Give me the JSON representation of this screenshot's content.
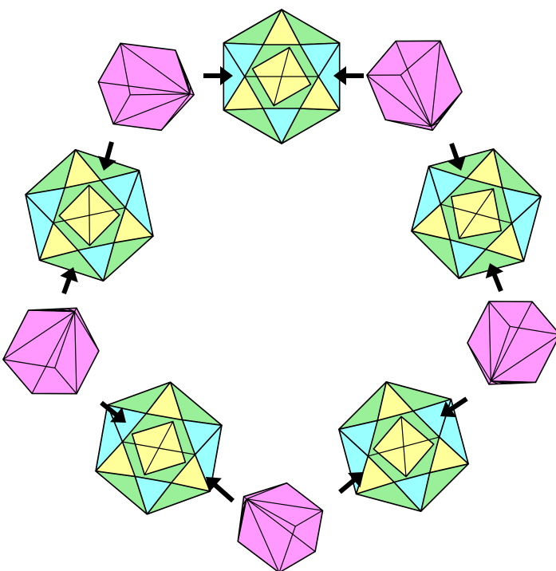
{
  "diagram": {
    "type": "cycle",
    "colors": {
      "green": "#99f099",
      "cyan": "#99ffff",
      "yellow": "#ffff99",
      "magenta": "#ff99ff",
      "arrow": "#000000",
      "outline": "#000000"
    },
    "nodes": [
      {
        "id": "icosa-top",
        "kind": "hexagonal-polyhedron",
        "colors": [
          "green",
          "cyan",
          "yellow"
        ]
      },
      {
        "id": "mag-top-right",
        "kind": "transition-shape",
        "colors": [
          "magenta"
        ]
      },
      {
        "id": "icosa-right",
        "kind": "hexagonal-polyhedron",
        "colors": [
          "green",
          "cyan",
          "yellow"
        ]
      },
      {
        "id": "mag-right",
        "kind": "transition-shape",
        "colors": [
          "magenta"
        ]
      },
      {
        "id": "icosa-bottom-right",
        "kind": "hexagonal-polyhedron",
        "colors": [
          "green",
          "cyan",
          "yellow"
        ]
      },
      {
        "id": "mag-bottom",
        "kind": "transition-shape",
        "colors": [
          "magenta"
        ]
      },
      {
        "id": "icosa-bottom-left",
        "kind": "hexagonal-polyhedron",
        "colors": [
          "green",
          "cyan",
          "yellow"
        ]
      },
      {
        "id": "mag-left",
        "kind": "transition-shape",
        "colors": [
          "magenta"
        ]
      },
      {
        "id": "icosa-left",
        "kind": "hexagonal-polyhedron",
        "colors": [
          "green",
          "cyan",
          "yellow"
        ]
      },
      {
        "id": "mag-top-left",
        "kind": "transition-shape",
        "colors": [
          "magenta"
        ]
      }
    ],
    "arrows": [
      {
        "from": "mag-top-left",
        "to": "icosa-top"
      },
      {
        "from": "mag-top-right",
        "to": "icosa-top"
      },
      {
        "from": "mag-top-right",
        "to": "icosa-right"
      },
      {
        "from": "mag-right",
        "to": "icosa-right"
      },
      {
        "from": "mag-right",
        "to": "icosa-bottom-right"
      },
      {
        "from": "mag-bottom",
        "to": "icosa-bottom-right"
      },
      {
        "from": "mag-bottom",
        "to": "icosa-bottom-left"
      },
      {
        "from": "mag-left",
        "to": "icosa-bottom-left"
      },
      {
        "from": "mag-left",
        "to": "icosa-left"
      },
      {
        "from": "mag-top-left",
        "to": "icosa-left"
      }
    ]
  }
}
